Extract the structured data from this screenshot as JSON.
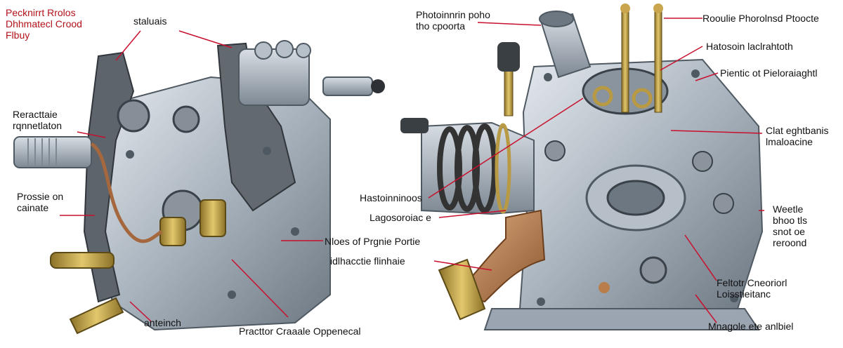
{
  "title_lines": [
    "Pecknirrt Rrolos",
    "Dhhmatecl Crood",
    "Flbuy"
  ],
  "labels": {
    "stainis": "staluais",
    "reactaie": [
      "Reracttaie",
      "rqnnetlaton"
    ],
    "pressie": [
      "Prossie on",
      "cainate"
    ],
    "anteinch": "anteinch",
    "prector": "Practtor Craaale Oppenecal",
    "photo": [
      "Photoinnrin poho",
      "tho cpoorta"
    ],
    "rooulie": "Rooulie Phorolnsd Ptoocte",
    "hatesin": "Hatosoin laclrahtoth",
    "pieshc": "Pientic ot Pieloraiaghtl",
    "clat": [
      "Clat eghtbanis",
      "lmaloacine"
    ],
    "hastoinn": "Hastoinninoos",
    "lagosoroac": "Lagosoroiac e",
    "nloes": "Nloes of Prgnie Portie",
    "idraectie": "idlhacctie flinhaie",
    "weetle": [
      "Weetle",
      "bhoo tls",
      "snot oe",
      "reroond"
    ],
    "feltotr": [
      "Feltotr Cneoriorl",
      "Loisstieitanc"
    ],
    "mrgole": "Mnagole ete anlbiel"
  },
  "colors": {
    "title_red": "#b3121a",
    "leader_red": "#c8102e",
    "metal_light": "#c9d1d9",
    "metal_mid": "#9aa5b1",
    "metal_dark": "#5b6570",
    "brass": "#b89a45",
    "copper": "#b87d4b"
  }
}
